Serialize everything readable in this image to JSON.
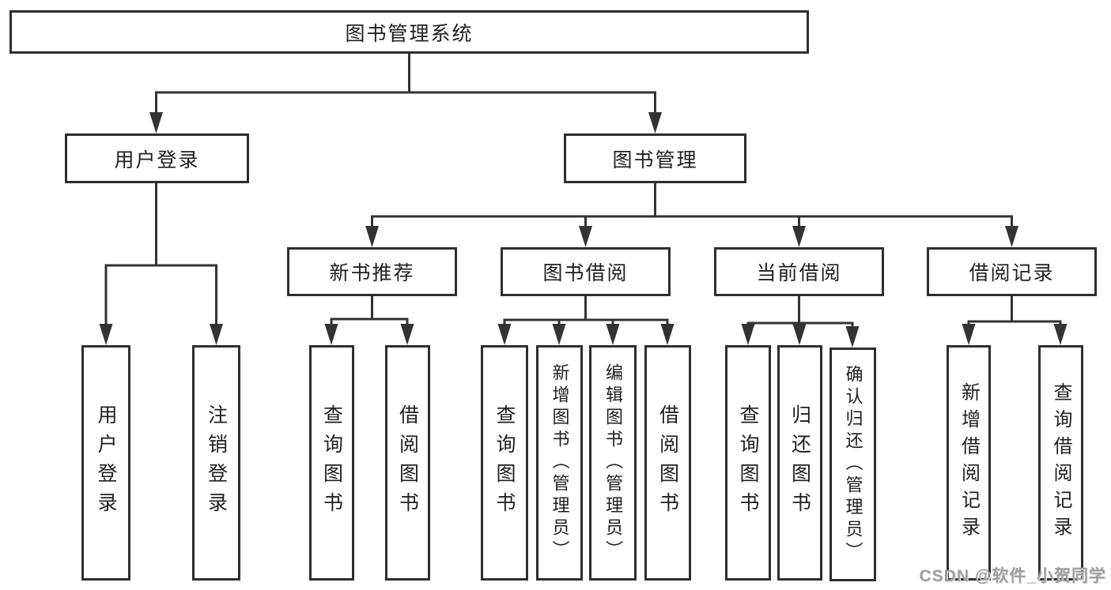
{
  "watermark": "CSDN @软件_小贺同学",
  "colors": {
    "line": "#333333",
    "box_border": "#2e2e2e",
    "text": "#1f1f1f",
    "watermark_text": "#9e9e9e",
    "background": "#ffffff"
  },
  "tree": {
    "root": {
      "label": "图书管理系统"
    },
    "children": [
      {
        "label": "用户登录",
        "children": [
          {
            "label": "用户登录"
          },
          {
            "label": "注销登录"
          }
        ]
      },
      {
        "label": "图书管理",
        "children": [
          {
            "label": "新书推荐",
            "children": [
              {
                "label": "查询图书"
              },
              {
                "label": "借阅图书"
              }
            ]
          },
          {
            "label": "图书借阅",
            "children": [
              {
                "label": "查询图书"
              },
              {
                "label": "新增图书（管理员）"
              },
              {
                "label": "编辑图书（管理员）"
              },
              {
                "label": "借阅图书"
              }
            ]
          },
          {
            "label": "当前借阅",
            "children": [
              {
                "label": "查询图书"
              },
              {
                "label": "归还图书"
              },
              {
                "label": "确认归还（管理员）"
              }
            ]
          },
          {
            "label": "借阅记录",
            "children": [
              {
                "label": "新增借阅记录"
              },
              {
                "label": "查询借阅记录"
              }
            ]
          }
        ]
      }
    ]
  }
}
